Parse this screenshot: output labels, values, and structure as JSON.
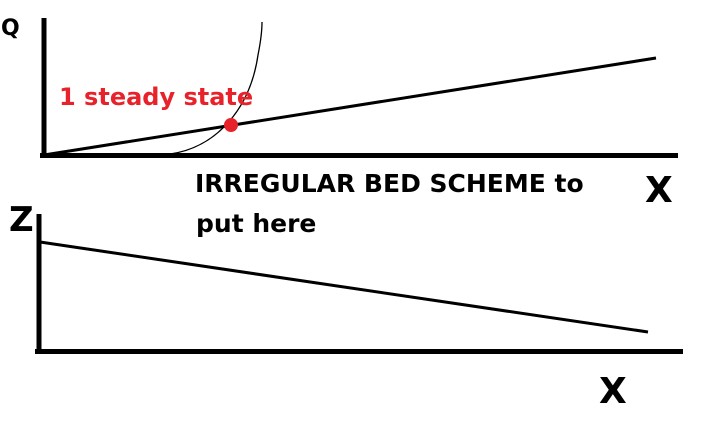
{
  "top_plot": {
    "y_axis_label": "Q",
    "x_axis_label": "X",
    "annotation": "1 steady state",
    "annotation_color": "#e8222a"
  },
  "bottom_plot": {
    "y_axis_label": "Z",
    "x_axis_label": "X"
  },
  "note": {
    "line1": "IRREGULAR BED SCHEME to",
    "line2": "put here"
  },
  "colors": {
    "ink": "#000000",
    "marker": "#e8222a"
  }
}
